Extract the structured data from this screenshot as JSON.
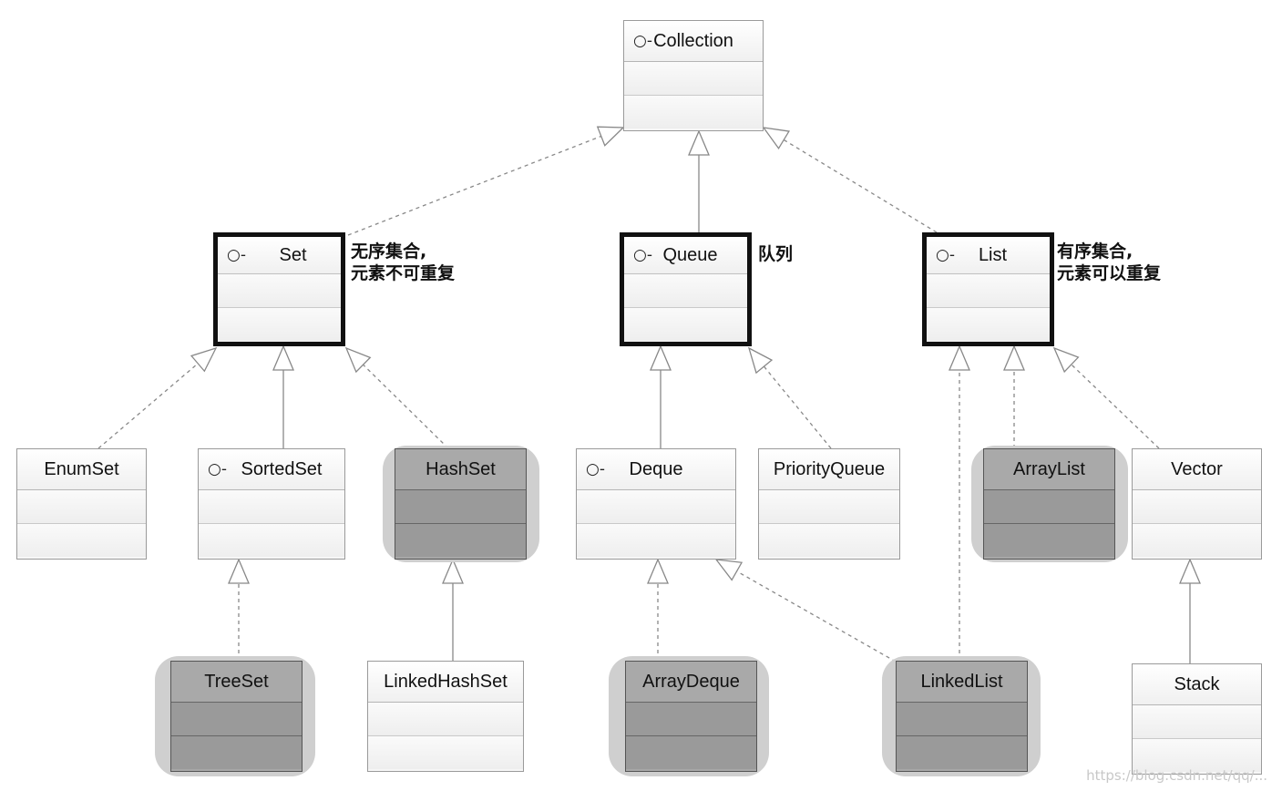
{
  "interface_marker": "○-",
  "classes": {
    "collection": "Collection",
    "set": "Set",
    "queue": "Queue",
    "list": "List",
    "enumset": "EnumSet",
    "sortedset": "SortedSet",
    "hashset": "HashSet",
    "deque": "Deque",
    "priorityqueue": "PriorityQueue",
    "arraylist": "ArrayList",
    "vector": "Vector",
    "treeset": "TreeSet",
    "linkedhashset": "LinkedHashSet",
    "arraydeque": "ArrayDeque",
    "linkedlist": "LinkedList",
    "stack": "Stack"
  },
  "annotations": {
    "set": "无序集合,\n元素不可重复",
    "queue": "队列",
    "list": "有序集合,\n元素可以重复"
  },
  "relations": [
    {
      "from": "set",
      "to": "collection",
      "style": "dashed"
    },
    {
      "from": "queue",
      "to": "collection",
      "style": "solid"
    },
    {
      "from": "list",
      "to": "collection",
      "style": "dashed"
    },
    {
      "from": "enumset",
      "to": "set",
      "style": "dashed"
    },
    {
      "from": "sortedset",
      "to": "set",
      "style": "solid"
    },
    {
      "from": "hashset",
      "to": "set",
      "style": "dashed"
    },
    {
      "from": "deque",
      "to": "queue",
      "style": "solid"
    },
    {
      "from": "priorityqueue",
      "to": "queue",
      "style": "dashed"
    },
    {
      "from": "linkedlist",
      "to": "list",
      "style": "dashed"
    },
    {
      "from": "arraylist",
      "to": "list",
      "style": "dashed"
    },
    {
      "from": "vector",
      "to": "list",
      "style": "dashed"
    },
    {
      "from": "treeset",
      "to": "sortedset",
      "style": "dashed"
    },
    {
      "from": "linkedhashset",
      "to": "hashset",
      "style": "solid"
    },
    {
      "from": "arraydeque",
      "to": "deque",
      "style": "dashed"
    },
    {
      "from": "linkedlist",
      "to": "deque",
      "style": "dashed"
    },
    {
      "from": "stack",
      "to": "vector",
      "style": "solid"
    }
  ],
  "watermark": "https://blog.csdn.net/qq/..."
}
